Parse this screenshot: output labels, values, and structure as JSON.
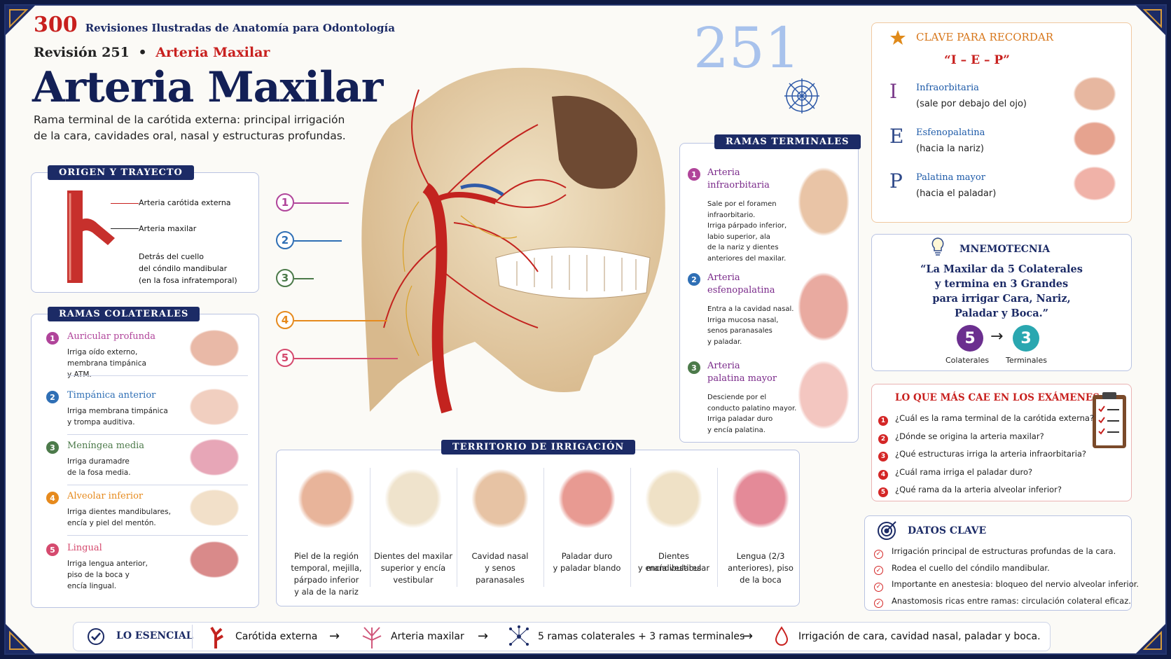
{
  "header": {
    "count": "300",
    "series": "Revisiones Ilustradas de Anatomía para Odontología",
    "rev": "Revisión 251",
    "bullet": "•",
    "rev_topic": "Arteria Maxilar",
    "title": "Arteria Maxilar",
    "subtitle_1": "Rama terminal de la carótida externa: principal irrigación",
    "subtitle_2": "de la cara, cavidades oral, nasal y estructuras profundas.",
    "big_number": "251"
  },
  "origen": {
    "ribbon": "ORIGEN Y TRAYECTO",
    "l1": "Arteria carótida externa",
    "l2": "Arteria maxilar",
    "l3a": "Detrás del cuello",
    "l3b": "del cóndilo mandibular",
    "l3c": "(en la fosa infratemporal)"
  },
  "colaterales": {
    "ribbon": "RAMAS COLATERALES",
    "items": [
      {
        "n": "1",
        "name": "Auricular profunda",
        "d1": "Irriga oído externo,",
        "d2": "membrana timpánica",
        "d3": "y ATM."
      },
      {
        "n": "2",
        "name": "Timpánica anterior",
        "d1": "Irriga membrana timpánica",
        "d2": "y trompa auditiva.",
        "d3": ""
      },
      {
        "n": "3",
        "name": "Meníngea media",
        "d1": "Irriga duramadre",
        "d2": "de la fosa media.",
        "d3": ""
      },
      {
        "n": "4",
        "name": "Alveolar inferior",
        "d1": "Irriga dientes mandibulares,",
        "d2": "encía y piel del mentón.",
        "d3": ""
      },
      {
        "n": "5",
        "name": "Lingual",
        "d1": "Irriga lengua anterior,",
        "d2": "piso de la boca y",
        "d3": "encía lingual."
      }
    ]
  },
  "callouts": [
    "1",
    "2",
    "3",
    "4",
    "5"
  ],
  "terminales": {
    "ribbon": "RAMAS TERMINALES",
    "items": [
      {
        "n": "1",
        "n1": "Arteria",
        "n2": "infraorbitaria",
        "d": [
          "Sale por el foramen",
          "infraorbitario.",
          "Irriga párpado inferior,",
          "labio superior, ala",
          "de la nariz y dientes",
          "anteriores del maxilar."
        ]
      },
      {
        "n": "2",
        "n1": "Arteria",
        "n2": "esfenopalatina",
        "d": [
          "Entra a la cavidad nasal.",
          "Irriga mucosa nasal,",
          "senos paranasales",
          "y paladar."
        ]
      },
      {
        "n": "3",
        "n1": "Arteria",
        "n2": "palatina mayor",
        "d": [
          "Desciende por el",
          "conducto palatino mayor.",
          "Irriga paladar duro",
          "y encía palatina."
        ]
      }
    ]
  },
  "territorio": {
    "ribbon": "TERRITORIO DE IRRIGACIÓN",
    "items": [
      {
        "l": [
          "Piel de la región",
          "temporal, mejilla,",
          "párpado inferior",
          "y ala de la nariz"
        ]
      },
      {
        "l": [
          "Dientes del maxilar",
          "superior y encía",
          "vestibular"
        ]
      },
      {
        "l": [
          "Cavidad nasal",
          "y senos",
          "paranasales"
        ]
      },
      {
        "l": [
          "Paladar duro",
          "y paladar blando"
        ]
      },
      {
        "l": [
          "Dientes mandibulares",
          "y encía vestibular"
        ]
      },
      {
        "l": [
          "Lengua (2/3",
          "anteriores), piso",
          "de la boca"
        ]
      }
    ]
  },
  "clave": {
    "title": "CLAVE PARA RECORDAR",
    "code": "“I – E – P”",
    "items": [
      {
        "letter": "I",
        "name": "Infraorbitaria",
        "desc": "(sale por debajo del ojo)"
      },
      {
        "letter": "E",
        "name": "Esfenopalatina",
        "desc": "(hacia la nariz)"
      },
      {
        "letter": "P",
        "name": "Palatina mayor",
        "desc": "(hacia el paladar)"
      }
    ]
  },
  "mnemo": {
    "title": "MNEMOTECNIA",
    "q1": "“La Maxilar da 5 Colaterales",
    "q2": "y termina en 3 Grandes",
    "q3": "para irrigar Cara, Nariz,",
    "q4": "Paladar y Boca.”",
    "n1": "5",
    "arrow": "→",
    "n2": "3",
    "l1": "Colaterales",
    "l2": "Terminales"
  },
  "examen": {
    "title": "LO QUE MÁS CAE EN LOS EXÁMENES",
    "items": [
      {
        "n": "1",
        "q": "¿Cuál es la rama terminal de la carótida externa?"
      },
      {
        "n": "2",
        "q": "¿Dónde se origina la arteria maxilar?"
      },
      {
        "n": "3",
        "q": "¿Qué estructuras irriga la arteria infraorbitaria?"
      },
      {
        "n": "4",
        "q": "¿Cuál rama irriga el paladar duro?"
      },
      {
        "n": "5",
        "q": "¿Qué rama da la arteria alveolar inferior?"
      }
    ]
  },
  "datos": {
    "title": "DATOS CLAVE",
    "items": [
      "Irrigación principal de estructuras profundas de la cara.",
      "Rodea el cuello del cóndilo mandibular.",
      "Importante en anestesia: bloqueo del nervio alveolar inferior.",
      "Anastomosis ricas entre ramas: circulación colateral eficaz."
    ]
  },
  "esencial": {
    "label": "LO ESENCIAL",
    "s1": "Carótida externa",
    "s2": "Arteria maxilar",
    "s3": "5 ramas colaterales + 3 ramas terminales",
    "s4": "Irrigación de cara, cavidad nasal, paladar y boca.",
    "arrow": "→"
  },
  "colors": {
    "navy": "#1c2b66",
    "red": "#c8201e",
    "orange": "#d7761a",
    "b1": "#b0449a",
    "b2": "#2f6fb5",
    "b3": "#4c7a4a",
    "b4": "#e68a1d",
    "b5": "#d54a6e"
  }
}
